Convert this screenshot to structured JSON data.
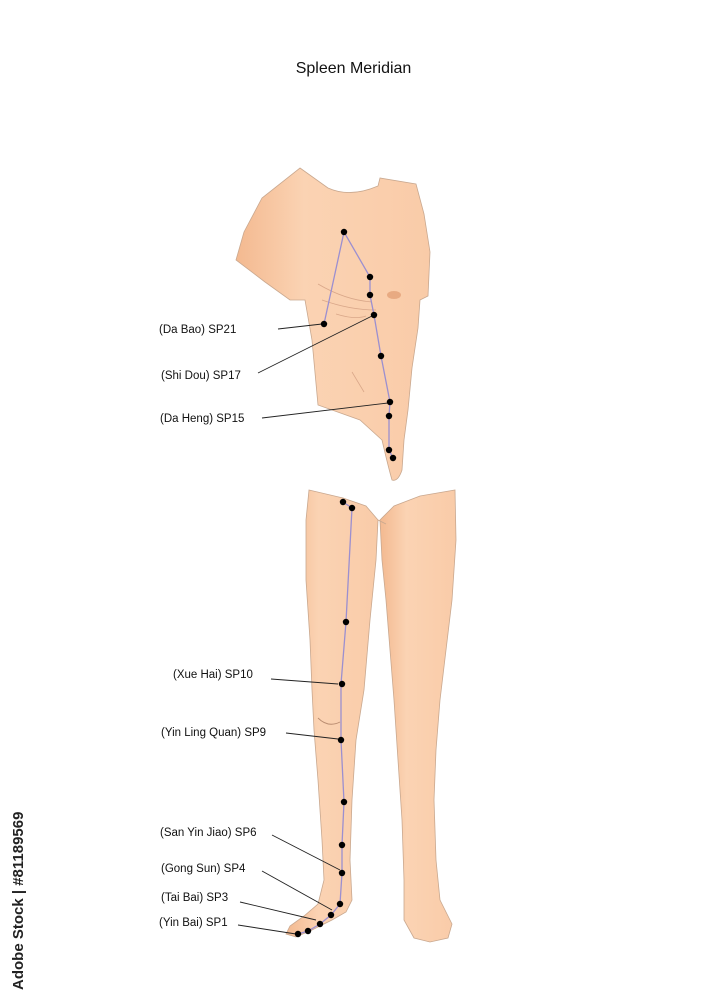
{
  "title": "Spleen Meridian",
  "watermark": "Adobe Stock | #81189569",
  "colors": {
    "skin_light": "#fbd5b5",
    "skin_mid": "#f6c39c",
    "skin_outline": "#b89f8c",
    "meridian_line": "#9b8fd0",
    "point": "#000000"
  },
  "labels": [
    {
      "key": "sp21",
      "text": "(Da Bao) SP21"
    },
    {
      "key": "sp17",
      "text": "(Shi Dou) SP17"
    },
    {
      "key": "sp15",
      "text": "(Da Heng) SP15"
    },
    {
      "key": "sp10",
      "text": "(Xue Hai) SP10"
    },
    {
      "key": "sp9",
      "text": "(Yin Ling Quan) SP9"
    },
    {
      "key": "sp6",
      "text": "(San Yin Jiao) SP6"
    },
    {
      "key": "sp4",
      "text": "(Gong Sun) SP4"
    },
    {
      "key": "sp3",
      "text": "(Tai Bai) SP3"
    },
    {
      "key": "sp1",
      "text": "(Yin Bai) SP1"
    }
  ]
}
